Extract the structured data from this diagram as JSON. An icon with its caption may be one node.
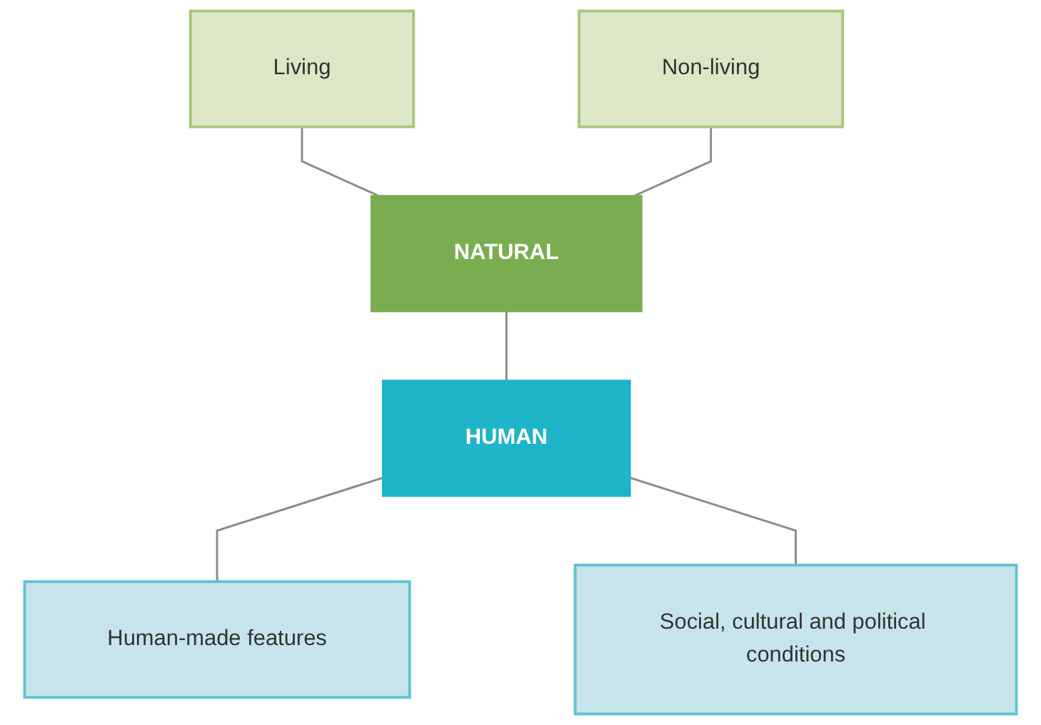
{
  "diagram": {
    "nodes": [
      {
        "text": [
          "Living"
        ]
      },
      {
        "text": [
          "Non-living"
        ]
      },
      {
        "text": [
          "NATURAL"
        ]
      },
      {
        "text": [
          "HUMAN"
        ]
      },
      {
        "text": [
          "Human-made features"
        ]
      },
      {
        "text": [
          "Social, cultural and political conditions"
        ]
      }
    ],
    "edges": [
      {
        "from": 0,
        "to": 2,
        "arrow": "none"
      },
      {
        "from": 1,
        "to": 2,
        "arrow": "none"
      },
      {
        "from": 2,
        "to": 3,
        "arrow": "none"
      },
      {
        "from": 3,
        "to": 4,
        "arrow": "none"
      },
      {
        "from": 3,
        "to": 5,
        "arrow": "none"
      }
    ]
  }
}
